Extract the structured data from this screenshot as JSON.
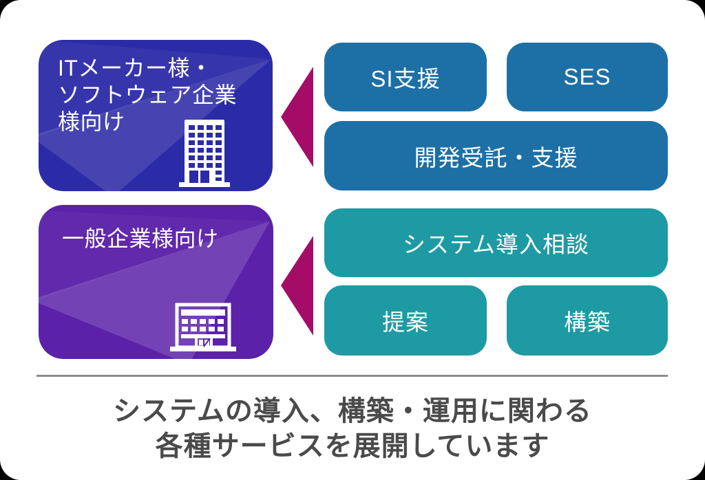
{
  "colors": {
    "outside_bg": "#000000",
    "card_bg": "#FFFFFF",
    "it_box": "#2C2BA7",
    "general_box": "#5B21A8",
    "it_button": "#1D70A6",
    "general_button": "#1E9AA4",
    "arrow": "#A50C67",
    "divider": "#8C8C8C",
    "caption_text": "#4A4A4A",
    "box_text": "#FFFFFF"
  },
  "audiences": [
    {
      "lines": [
        "ITメーカー様・",
        "ソフトウェア企業",
        "様向け"
      ],
      "icon": "office-building-icon"
    },
    {
      "lines": [
        "一般企業様向け"
      ],
      "icon": "storefront-building-icon"
    }
  ],
  "it_services": {
    "buttons": [
      {
        "label": "SI支援"
      },
      {
        "label": "SES"
      },
      {
        "label": "開発受託・支援"
      }
    ]
  },
  "general_services": {
    "buttons": [
      {
        "label": "システム導入相談"
      },
      {
        "label": "提案"
      },
      {
        "label": "構築"
      }
    ]
  },
  "arrows": [
    {
      "icon": "left-arrow-triangle"
    },
    {
      "icon": "left-arrow-triangle"
    }
  ],
  "caption": {
    "lines": [
      "システムの導入、構築・運用に関わる",
      "各種サービスを展開しています"
    ]
  }
}
